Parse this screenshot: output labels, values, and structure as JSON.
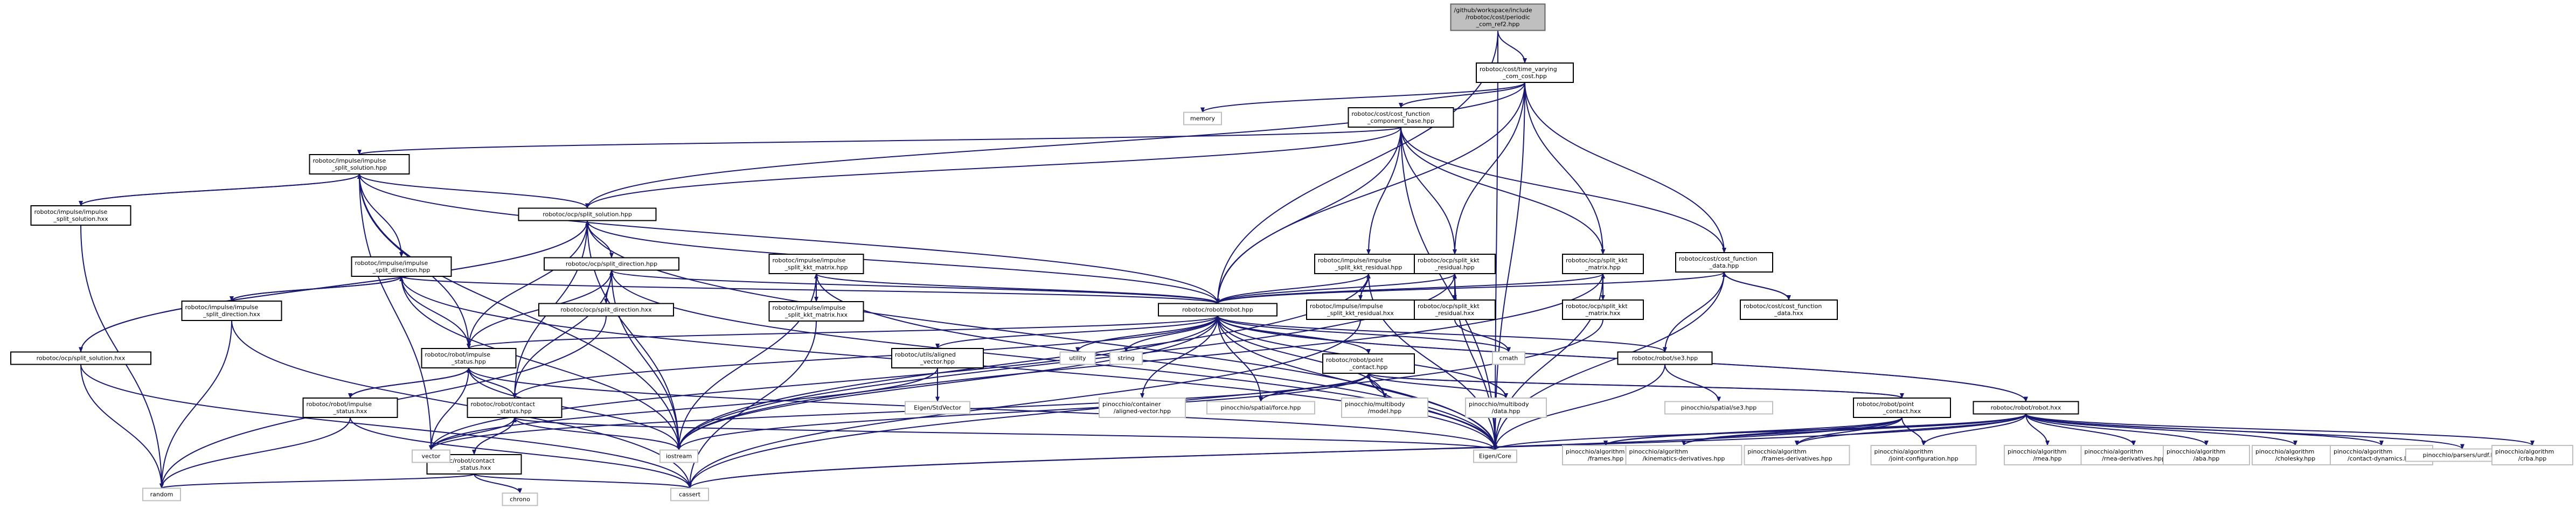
{
  "diagram": {
    "nodes": [
      {
        "id": "root",
        "lines": [
          "/github/workspace/include",
          "/robotoc/cost/periodic",
          "_com_ref2.hpp"
        ],
        "kind": "root"
      },
      {
        "id": "tvcom",
        "lines": [
          "robotoc/cost/time_varying",
          "_com_cost.hpp"
        ],
        "kind": "box"
      },
      {
        "id": "memory",
        "lines": [
          "memory"
        ],
        "kind": "grey"
      },
      {
        "id": "cfcb",
        "lines": [
          "robotoc/cost/cost_function",
          "_component_base.hpp"
        ],
        "kind": "box"
      },
      {
        "id": "impsol",
        "lines": [
          "robotoc/impulse/impulse",
          "_split_solution.hpp"
        ],
        "kind": "box"
      },
      {
        "id": "impsolhxx",
        "lines": [
          "robotoc/impulse/impulse",
          "_split_solution.hxx"
        ],
        "kind": "box"
      },
      {
        "id": "ocpsol",
        "lines": [
          "robotoc/ocp/split_solution.hpp"
        ],
        "kind": "box"
      },
      {
        "id": "impdir",
        "lines": [
          "robotoc/impulse/impulse",
          "_split_direction.hpp"
        ],
        "kind": "box"
      },
      {
        "id": "ocpdir",
        "lines": [
          "robotoc/ocp/split_direction.hpp"
        ],
        "kind": "box"
      },
      {
        "id": "impkkt",
        "lines": [
          "robotoc/impulse/impulse",
          "_split_kkt_matrix.hpp"
        ],
        "kind": "box"
      },
      {
        "id": "impres",
        "lines": [
          "robotoc/impulse/impulse",
          "_split_kkt_residual.hpp"
        ],
        "kind": "box"
      },
      {
        "id": "kktres",
        "lines": [
          "robotoc/ocp/split_kkt",
          "_residual.hpp"
        ],
        "kind": "box"
      },
      {
        "id": "kktmat",
        "lines": [
          "robotoc/ocp/split_kkt",
          "_matrix.hpp"
        ],
        "kind": "box"
      },
      {
        "id": "cfdata",
        "lines": [
          "robotoc/cost/cost_function",
          "_data.hpp"
        ],
        "kind": "box"
      },
      {
        "id": "impdirhxx",
        "lines": [
          "robotoc/impulse/impulse",
          "_split_direction.hxx"
        ],
        "kind": "box"
      },
      {
        "id": "ocpdirhxx",
        "lines": [
          "robotoc/ocp/split_direction.hxx"
        ],
        "kind": "box"
      },
      {
        "id": "robot",
        "lines": [
          "robotoc/robot/robot.hpp"
        ],
        "kind": "box"
      },
      {
        "id": "impkkthxx",
        "lines": [
          "robotoc/impulse/impulse",
          "_split_kkt_matrix.hxx"
        ],
        "kind": "box"
      },
      {
        "id": "impreshxx",
        "lines": [
          "robotoc/impulse/impulse",
          "_split_kkt_residual.hxx"
        ],
        "kind": "box"
      },
      {
        "id": "kktreshxx",
        "lines": [
          "robotoc/ocp/split_kkt",
          "_residual.hxx"
        ],
        "kind": "box"
      },
      {
        "id": "kktmathxx",
        "lines": [
          "robotoc/ocp/split_kkt",
          "_matrix.hxx"
        ],
        "kind": "box"
      },
      {
        "id": "cfdatahxx",
        "lines": [
          "robotoc/cost/cost_function",
          "_data.hxx"
        ],
        "kind": "box"
      },
      {
        "id": "ocpsolhxx",
        "lines": [
          "robotoc/ocp/split_solution.hxx"
        ],
        "kind": "box"
      },
      {
        "id": "impstatus",
        "lines": [
          "robotoc/robot/impulse",
          "_status.hpp"
        ],
        "kind": "box"
      },
      {
        "id": "impstatushxx",
        "lines": [
          "robotoc/robot/impulse",
          "_status.hxx"
        ],
        "kind": "box"
      },
      {
        "id": "aligned",
        "lines": [
          "robotoc/utils/aligned",
          "_vector.hpp"
        ],
        "kind": "box"
      },
      {
        "id": "eigenstd",
        "lines": [
          "Eigen/StdVector"
        ],
        "kind": "grey"
      },
      {
        "id": "utility",
        "lines": [
          "utility"
        ],
        "kind": "grey"
      },
      {
        "id": "string",
        "lines": [
          "string"
        ],
        "kind": "grey"
      },
      {
        "id": "pointcontact",
        "lines": [
          "robotoc/robot/point",
          "_contact.hpp"
        ],
        "kind": "box"
      },
      {
        "id": "cmath",
        "lines": [
          "cmath"
        ],
        "kind": "grey"
      },
      {
        "id": "se3",
        "lines": [
          "robotoc/robot/se3.hpp"
        ],
        "kind": "box"
      },
      {
        "id": "pinse3",
        "lines": [
          "pinocchio/spatial/se3.hpp"
        ],
        "kind": "grey"
      },
      {
        "id": "contactstatus",
        "lines": [
          "robotoc/robot/contact",
          "_status.hpp"
        ],
        "kind": "box"
      },
      {
        "id": "contactstatushxx",
        "lines": [
          "robotoc/robot/contact",
          "_status.hxx"
        ],
        "kind": "box"
      },
      {
        "id": "chrono",
        "lines": [
          "chrono"
        ],
        "kind": "grey"
      },
      {
        "id": "pincontainer",
        "lines": [
          "pinocchio/container",
          "/aligned-vector.hpp"
        ],
        "kind": "grey"
      },
      {
        "id": "pinforce",
        "lines": [
          "pinocchio/spatial/force.hpp"
        ],
        "kind": "grey"
      },
      {
        "id": "pinmodel",
        "lines": [
          "pinocchio/multibody",
          "/model.hpp"
        ],
        "kind": "grey"
      },
      {
        "id": "pindata",
        "lines": [
          "pinocchio/multibody",
          "/data.hpp"
        ],
        "kind": "grey"
      },
      {
        "id": "pointcontacthxx",
        "lines": [
          "robotoc/robot/point",
          "_contact.hxx"
        ],
        "kind": "box"
      },
      {
        "id": "robothxx",
        "lines": [
          "robotoc/robot/robot.hxx"
        ],
        "kind": "box"
      },
      {
        "id": "vector",
        "lines": [
          "vector"
        ],
        "kind": "grey"
      },
      {
        "id": "iostream",
        "lines": [
          "iostream"
        ],
        "kind": "grey"
      },
      {
        "id": "eigencore",
        "lines": [
          "Eigen/Core"
        ],
        "kind": "grey"
      },
      {
        "id": "random",
        "lines": [
          "random"
        ],
        "kind": "grey"
      },
      {
        "id": "cassert",
        "lines": [
          "cassert"
        ],
        "kind": "grey"
      },
      {
        "id": "pinframes",
        "lines": [
          "pinocchio/algorithm",
          "/frames.hpp"
        ],
        "kind": "grey"
      },
      {
        "id": "pinkin",
        "lines": [
          "pinocchio/algorithm",
          "/kinematics-derivatives.hpp"
        ],
        "kind": "grey"
      },
      {
        "id": "pinframesd",
        "lines": [
          "pinocchio/algorithm",
          "/frames-derivatives.hpp"
        ],
        "kind": "grey"
      },
      {
        "id": "pinjoint",
        "lines": [
          "pinocchio/algorithm",
          "/joint-configuration.hpp"
        ],
        "kind": "grey"
      },
      {
        "id": "pinrnea",
        "lines": [
          "pinocchio/algorithm",
          "/rnea.hpp"
        ],
        "kind": "grey"
      },
      {
        "id": "pinrnead",
        "lines": [
          "pinocchio/algorithm",
          "/rnea-derivatives.hpp"
        ],
        "kind": "grey"
      },
      {
        "id": "pinaba",
        "lines": [
          "pinocchio/algorithm",
          "/aba.hpp"
        ],
        "kind": "grey"
      },
      {
        "id": "pinchol",
        "lines": [
          "pinocchio/algorithm",
          "/cholesky.hpp"
        ],
        "kind": "grey"
      },
      {
        "id": "pincdyn",
        "lines": [
          "pinocchio/algorithm",
          "/contact-dynamics.hpp"
        ],
        "kind": "grey"
      },
      {
        "id": "pinurdf",
        "lines": [
          "pinocchio/parsers/urdf.hpp"
        ],
        "kind": "grey"
      },
      {
        "id": "pincrba",
        "lines": [
          "pinocchio/algorithm",
          "/crba.hpp"
        ],
        "kind": "grey"
      }
    ],
    "edges": [
      [
        "root",
        "tvcom"
      ],
      [
        "root",
        "robot"
      ],
      [
        "root",
        "eigencore"
      ],
      [
        "tvcom",
        "memory"
      ],
      [
        "tvcom",
        "cfcb"
      ],
      [
        "tvcom",
        "cfdata"
      ],
      [
        "tvcom",
        "kktres"
      ],
      [
        "tvcom",
        "kktmat"
      ],
      [
        "tvcom",
        "ocpsol"
      ],
      [
        "tvcom",
        "robot"
      ],
      [
        "tvcom",
        "eigencore"
      ],
      [
        "cfcb",
        "impsol"
      ],
      [
        "cfcb",
        "ocpsol"
      ],
      [
        "cfcb",
        "impres"
      ],
      [
        "cfcb",
        "kktres"
      ],
      [
        "cfcb",
        "kktmat"
      ],
      [
        "cfcb",
        "cfdata"
      ],
      [
        "cfcb",
        "robot"
      ],
      [
        "cfcb",
        "eigencore"
      ],
      [
        "impsol",
        "impsolhxx"
      ],
      [
        "impsol",
        "ocpsol"
      ],
      [
        "impsol",
        "impdir"
      ],
      [
        "impsol",
        "robot"
      ],
      [
        "impsol",
        "impstatus"
      ],
      [
        "impsol",
        "iostream"
      ],
      [
        "impsol",
        "vector"
      ],
      [
        "impsolhxx",
        "impsol"
      ],
      [
        "impsolhxx",
        "random"
      ],
      [
        "ocpsol",
        "ocpdir"
      ],
      [
        "ocpsol",
        "ocpsolhxx"
      ],
      [
        "ocpsol",
        "robot"
      ],
      [
        "ocpsol",
        "contactstatus"
      ],
      [
        "ocpsol",
        "impstatus"
      ],
      [
        "ocpsol",
        "iostream"
      ],
      [
        "ocpsol",
        "eigencore"
      ],
      [
        "ocpsolhxx",
        "ocpsol"
      ],
      [
        "ocpsolhxx",
        "random"
      ],
      [
        "ocpsolhxx",
        "cassert"
      ],
      [
        "impdir",
        "impdirhxx"
      ],
      [
        "impdir",
        "robot"
      ],
      [
        "impdir",
        "impstatus"
      ],
      [
        "impdir",
        "eigencore"
      ],
      [
        "impdir",
        "iostream"
      ],
      [
        "impdirhxx",
        "impdir"
      ],
      [
        "impdirhxx",
        "random"
      ],
      [
        "impdirhxx",
        "cassert"
      ],
      [
        "ocpdir",
        "ocpdirhxx"
      ],
      [
        "ocpdir",
        "robot"
      ],
      [
        "ocpdir",
        "contactstatus"
      ],
      [
        "ocpdir",
        "impstatus"
      ],
      [
        "ocpdir",
        "iostream"
      ],
      [
        "ocpdir",
        "eigencore"
      ],
      [
        "ocpdirhxx",
        "ocpdir"
      ],
      [
        "ocpdirhxx",
        "random"
      ],
      [
        "impkkt",
        "impkkthxx"
      ],
      [
        "impkkt",
        "robot"
      ],
      [
        "impkkt",
        "iostream"
      ],
      [
        "impkkt",
        "eigencore"
      ],
      [
        "impkkthxx",
        "impkkt"
      ],
      [
        "impkkthxx",
        "cassert"
      ],
      [
        "impres",
        "impreshxx"
      ],
      [
        "impres",
        "robot"
      ],
      [
        "impres",
        "iostream"
      ],
      [
        "impres",
        "eigencore"
      ],
      [
        "impreshxx",
        "impres"
      ],
      [
        "impreshxx",
        "cassert"
      ],
      [
        "kktres",
        "kktreshxx"
      ],
      [
        "kktres",
        "robot"
      ],
      [
        "kktres",
        "eigencore"
      ],
      [
        "kktres",
        "iostream"
      ],
      [
        "kktreshxx",
        "kktres"
      ],
      [
        "kktreshxx",
        "cmath"
      ],
      [
        "kktmat",
        "kktmathxx"
      ],
      [
        "kktmat",
        "robot"
      ],
      [
        "kktmat",
        "eigencore"
      ],
      [
        "kktmat",
        "iostream"
      ],
      [
        "kktmathxx",
        "kktmat"
      ],
      [
        "kktmathxx",
        "cassert"
      ],
      [
        "cfdata",
        "cfdatahxx"
      ],
      [
        "cfdata",
        "robot"
      ],
      [
        "cfdata",
        "se3"
      ],
      [
        "cfdata",
        "eigencore"
      ],
      [
        "cfdatahxx",
        "cfdata"
      ],
      [
        "robot",
        "aligned"
      ],
      [
        "robot",
        "utility"
      ],
      [
        "robot",
        "string"
      ],
      [
        "robot",
        "pointcontact"
      ],
      [
        "robot",
        "cmath"
      ],
      [
        "robot",
        "se3"
      ],
      [
        "robot",
        "robothxx"
      ],
      [
        "robot",
        "contactstatus"
      ],
      [
        "robot",
        "impstatus"
      ],
      [
        "robot",
        "vector"
      ],
      [
        "robot",
        "iostream"
      ],
      [
        "robot",
        "eigencore"
      ],
      [
        "robot",
        "pincontainer"
      ],
      [
        "robot",
        "pinforce"
      ],
      [
        "robot",
        "pinmodel"
      ],
      [
        "robot",
        "pindata"
      ],
      [
        "aligned",
        "eigenstd"
      ],
      [
        "aligned",
        "vector"
      ],
      [
        "pointcontact",
        "pointcontacthxx"
      ],
      [
        "pointcontact",
        "pinforce"
      ],
      [
        "pointcontact",
        "pinmodel"
      ],
      [
        "pointcontact",
        "pindata"
      ],
      [
        "pointcontact",
        "eigencore"
      ],
      [
        "pointcontact",
        "iostream"
      ],
      [
        "pointcontact",
        "vector"
      ],
      [
        "pointcontacthxx",
        "pointcontact"
      ],
      [
        "pointcontacthxx",
        "pinframes"
      ],
      [
        "pointcontacthxx",
        "pinkin"
      ],
      [
        "pointcontacthxx",
        "pinframesd"
      ],
      [
        "pointcontacthxx",
        "pinjoint"
      ],
      [
        "pointcontacthxx",
        "cassert"
      ],
      [
        "se3",
        "pinse3"
      ],
      [
        "se3",
        "eigencore"
      ],
      [
        "impstatus",
        "impstatushxx"
      ],
      [
        "impstatus",
        "contactstatus"
      ],
      [
        "impstatus",
        "vector"
      ],
      [
        "impstatus",
        "iostream"
      ],
      [
        "impstatus",
        "eigencore"
      ],
      [
        "impstatushxx",
        "impstatus"
      ],
      [
        "impstatushxx",
        "random"
      ],
      [
        "impstatushxx",
        "cassert"
      ],
      [
        "contactstatus",
        "contactstatushxx"
      ],
      [
        "contactstatus",
        "vector"
      ],
      [
        "contactstatus",
        "iostream"
      ],
      [
        "contactstatus",
        "eigencore"
      ],
      [
        "contactstatushxx",
        "contactstatus"
      ],
      [
        "contactstatushxx",
        "chrono"
      ],
      [
        "contactstatushxx",
        "random"
      ],
      [
        "contactstatushxx",
        "cassert"
      ],
      [
        "robothxx",
        "robot"
      ],
      [
        "robothxx",
        "pinframes"
      ],
      [
        "robothxx",
        "pinkin"
      ],
      [
        "robothxx",
        "pinframesd"
      ],
      [
        "robothxx",
        "pinjoint"
      ],
      [
        "robothxx",
        "pinrnea"
      ],
      [
        "robothxx",
        "pinrnead"
      ],
      [
        "robothxx",
        "pinaba"
      ],
      [
        "robothxx",
        "pinchol"
      ],
      [
        "robothxx",
        "pincdyn"
      ],
      [
        "robothxx",
        "pinurdf"
      ],
      [
        "robothxx",
        "pincrba"
      ],
      [
        "robothxx",
        "cassert"
      ],
      [
        "robothxx",
        "eigencore"
      ]
    ]
  }
}
